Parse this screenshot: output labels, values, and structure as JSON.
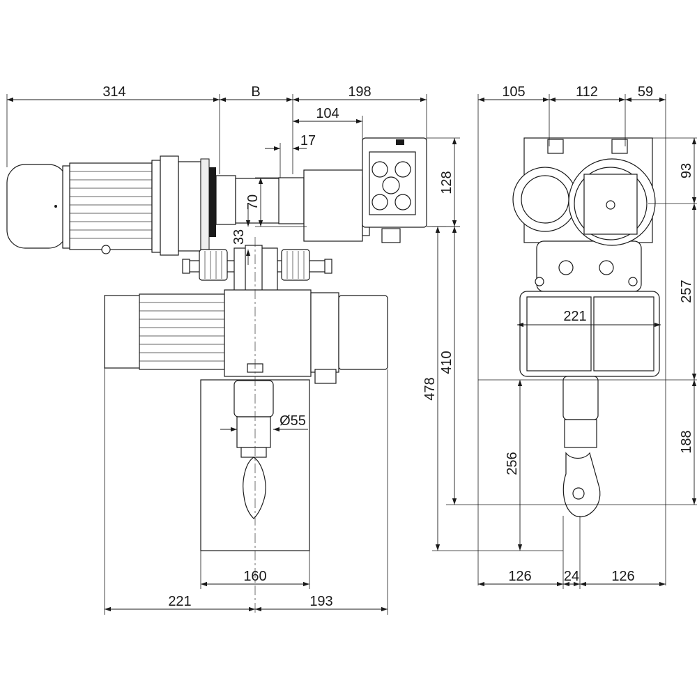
{
  "dimensions": {
    "d314": "314",
    "dB": "B",
    "d198": "198",
    "d104": "104",
    "d17": "17",
    "d128": "128",
    "d70": "70",
    "d33": "33",
    "d55": "Ø55",
    "d410": "410",
    "d478": "478",
    "d160": "160",
    "d221_bottom": "221",
    "d193": "193",
    "d105": "105",
    "d112": "112",
    "d59": "59",
    "d93": "93",
    "d257": "257",
    "d221_side": "221",
    "d188": "188",
    "d256": "256",
    "d126_left": "126",
    "d24": "24",
    "d126_right": "126"
  }
}
